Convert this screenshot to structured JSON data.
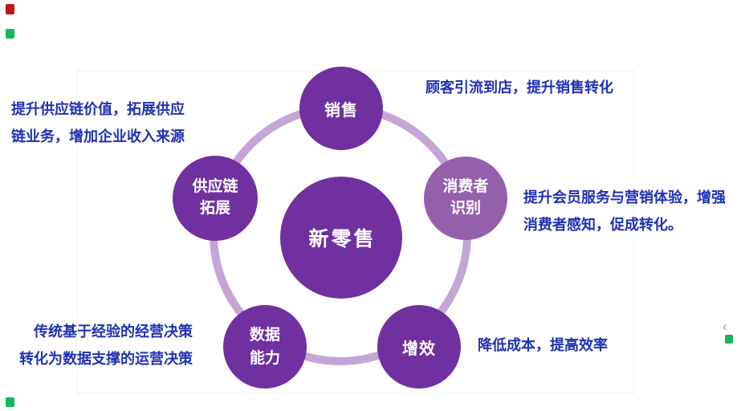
{
  "colors": {
    "node-purple": "#7030A0",
    "node-light-purple": "#9460AC",
    "ring-purple": "#C5A5D5",
    "note-blue": "#1F31B5",
    "mark-red": "#C00000",
    "mark-green": "#00B050",
    "mark-grey": "#B7B7B7"
  },
  "diagram": {
    "center": {
      "label": "新零售"
    },
    "nodes": {
      "sales": {
        "line1": "销售"
      },
      "consumer": {
        "line1": "消费者",
        "line2": "识别"
      },
      "supply": {
        "line1": "供应链",
        "line2": "拓展"
      },
      "data": {
        "line1": "数据",
        "line2": "能力"
      },
      "efficiency": {
        "line1": "增效"
      }
    },
    "notes": {
      "sales": {
        "line1": "顾客引流到店，提升销售转化"
      },
      "supply": {
        "line1": "提升供应链价值，拓展供应",
        "line2": "链业务，增加企业收入来源"
      },
      "consumer": {
        "line1": "提升会员服务与营销体验，增强",
        "line2": "消费者感知，促成转化。"
      },
      "data": {
        "line1": "传统基于经验的经营决策",
        "line2": "转化为数据支撑的运营决策"
      },
      "efficiency": {
        "line1": "降低成本，提高效率"
      }
    },
    "chevron": "‹"
  }
}
